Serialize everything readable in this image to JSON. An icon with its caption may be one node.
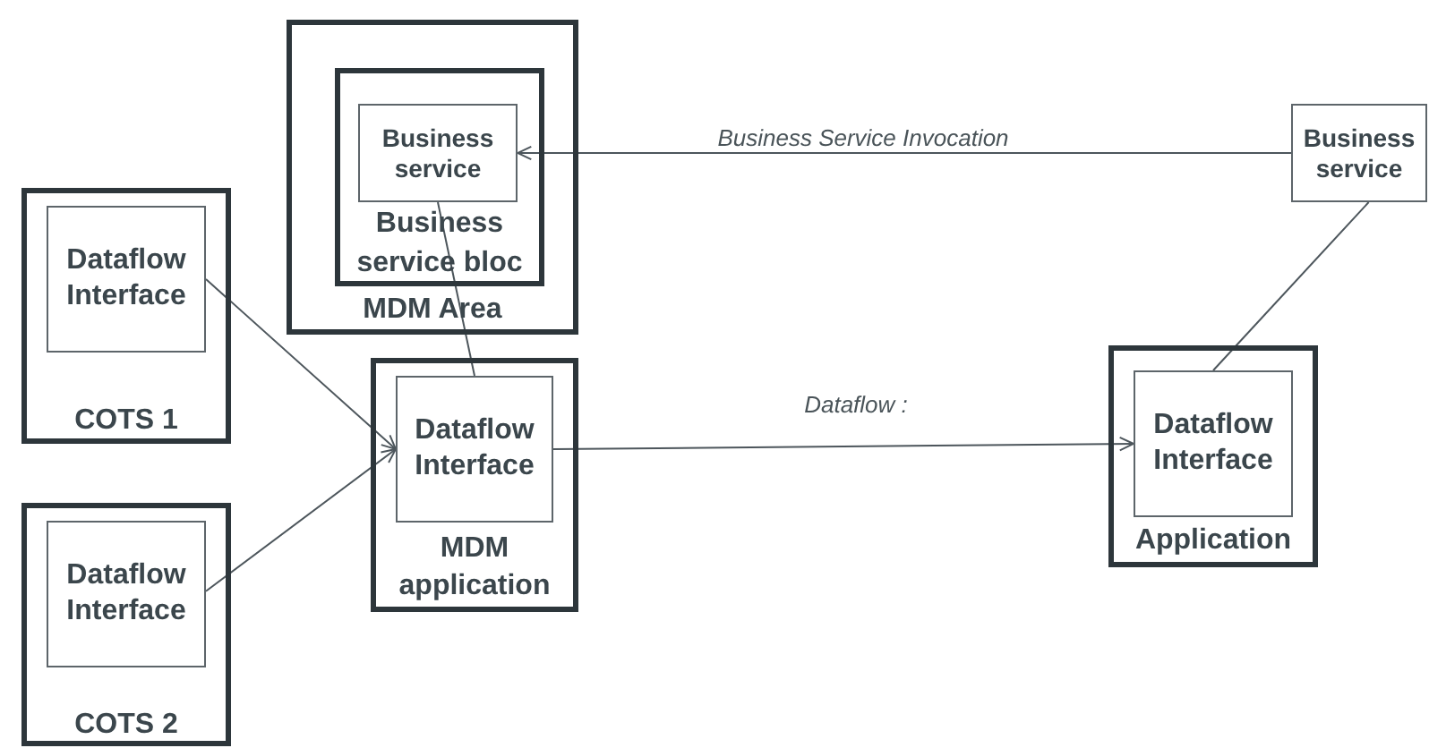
{
  "diagram": {
    "nodes": [
      {
        "text": [
          "MDM Area"
        ]
      },
      {
        "text": [
          "Business service bloc"
        ],
        "in": 0
      },
      {
        "text": [
          "Business service"
        ],
        "in": 1
      },
      {
        "text": [
          "Business service"
        ]
      },
      {
        "text": [
          "COTS 1"
        ]
      },
      {
        "text": [
          "Dataflow Interface"
        ],
        "in": 4
      },
      {
        "text": [
          "MDM application"
        ]
      },
      {
        "text": [
          "Dataflow Interface"
        ],
        "in": 6
      },
      {
        "text": [
          "Application"
        ]
      },
      {
        "text": [
          "Dataflow Interface"
        ],
        "in": 8
      },
      {
        "text": [
          "COTS 2"
        ]
      },
      {
        "text": [
          "Dataflow Interface"
        ],
        "in": 10
      }
    ],
    "edges": [
      {
        "from": 3,
        "to": 2,
        "arrow": "to",
        "label": "Business Service Invocation"
      },
      {
        "from": 5,
        "to": 7,
        "arrow": "to"
      },
      {
        "from": 11,
        "to": 7,
        "arrow": "to"
      },
      {
        "from": 7,
        "to": 2,
        "arrow": "none"
      },
      {
        "from": 7,
        "to": 9,
        "arrow": "to",
        "label": "Dataflow :"
      },
      {
        "from": 3,
        "to": 9,
        "arrow": "none"
      }
    ]
  }
}
